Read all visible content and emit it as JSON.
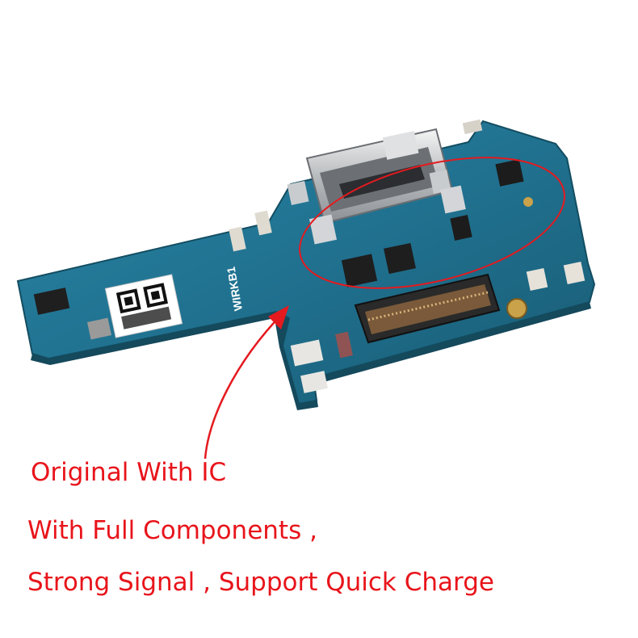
{
  "board": {
    "silkscreen_label": "WIRKB1"
  },
  "annotation": {
    "highlight_color": "#e41a1f"
  },
  "captions": {
    "line1": "Original With IC",
    "line2": "With Full Components ,",
    "line3": "Strong Signal ,    Support Quick Charge"
  },
  "colors": {
    "pcb": "#1f6e8c",
    "text": "#e8141b"
  }
}
